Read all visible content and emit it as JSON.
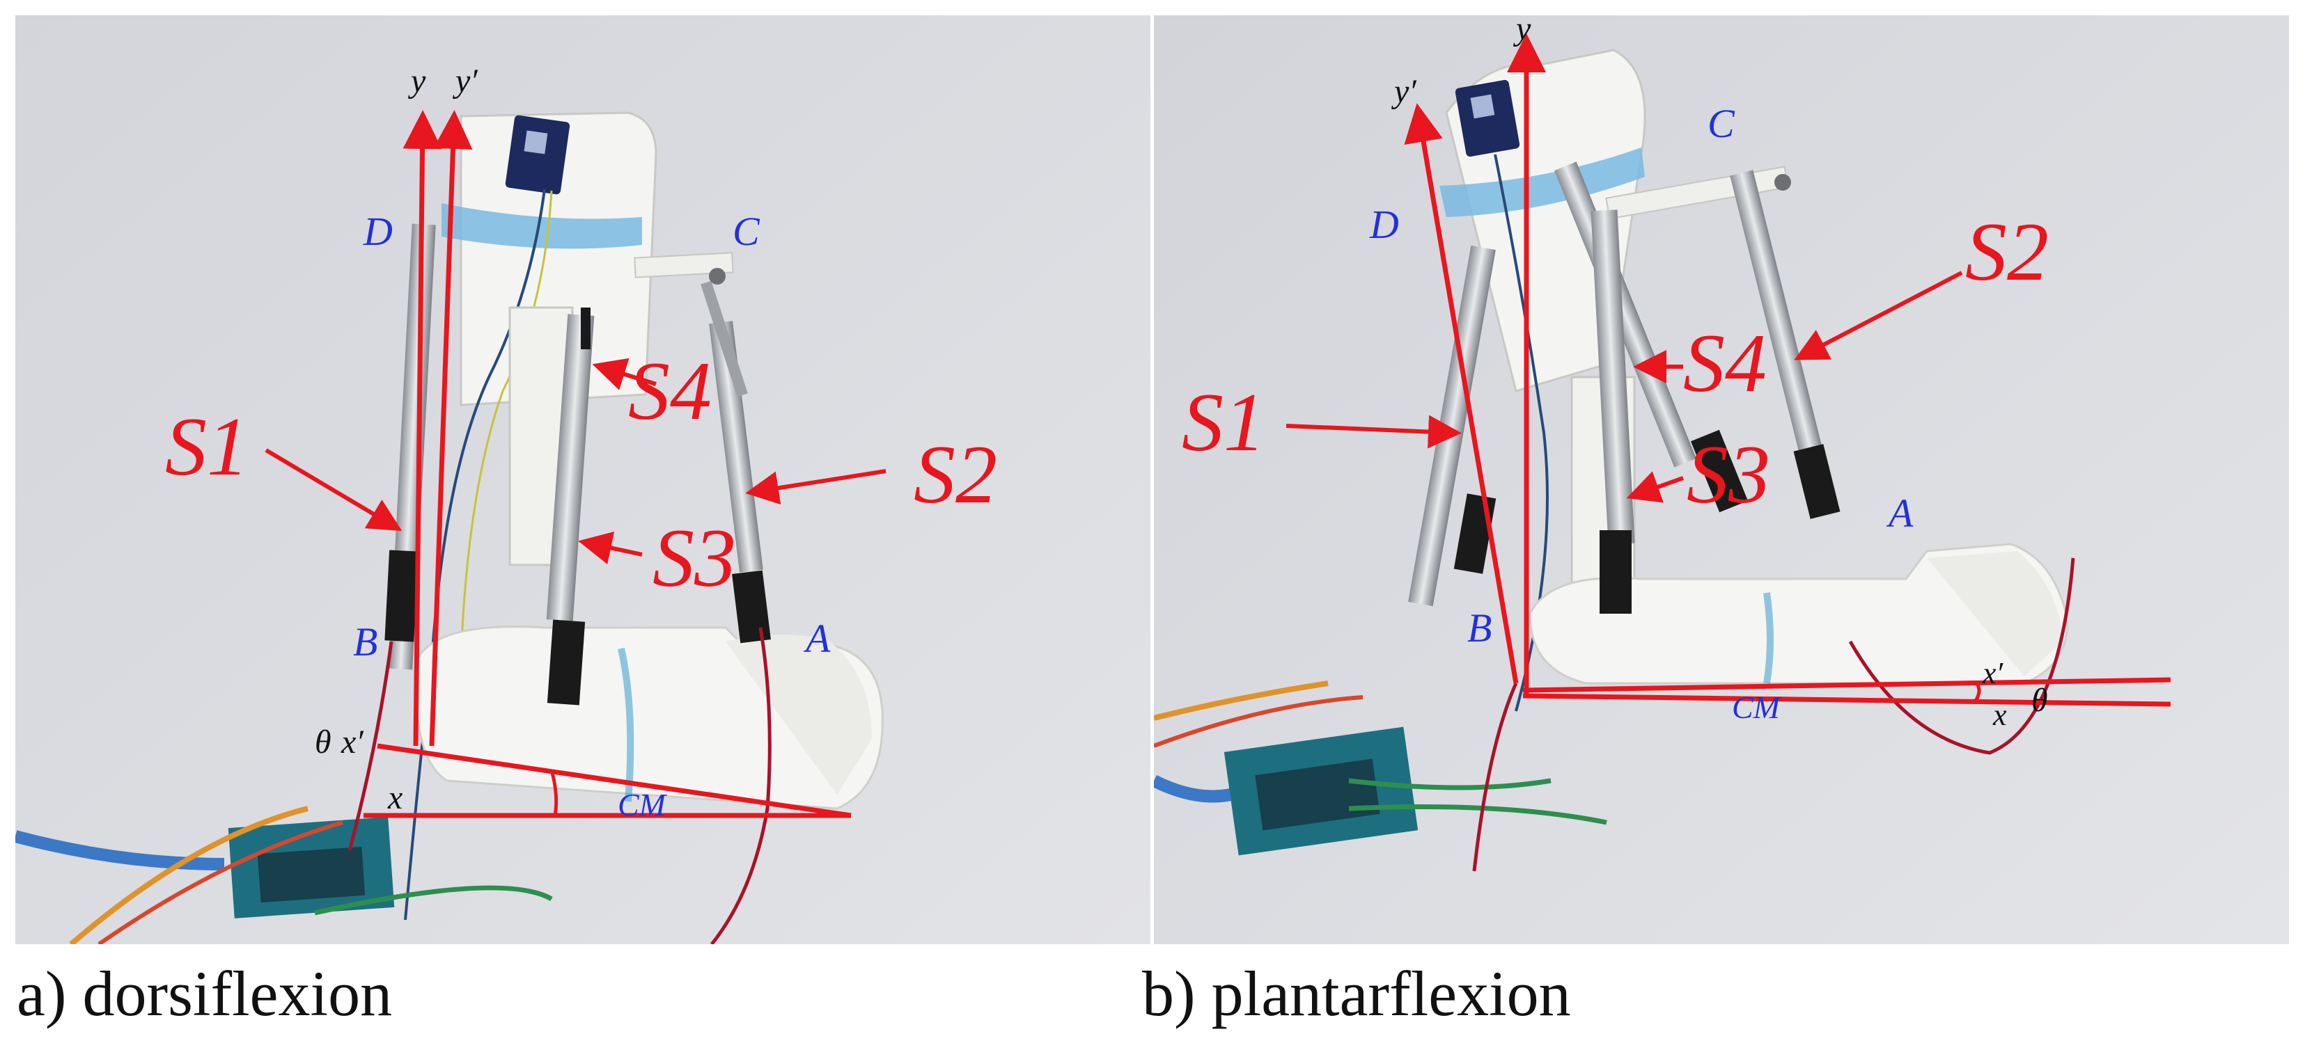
{
  "colors": {
    "axis_red": "#e8161e",
    "point_blue": "#2430d8",
    "background": "#d9dadf"
  },
  "panels": [
    {
      "caption": "a) dorsiflexion",
      "labels": {
        "y": "y",
        "y_prime": "y′",
        "x": "x",
        "x_prime": "x′",
        "theta": "θ",
        "cm": "CM",
        "A": "A",
        "B": "B",
        "C": "C",
        "D": "D",
        "s1": "S1",
        "s2": "S2",
        "s3": "S3",
        "s4": "S4"
      }
    },
    {
      "caption": "b) plantarflexion",
      "labels": {
        "y": "y",
        "y_prime": "y′",
        "x": "x",
        "x_prime": "x′",
        "theta": "θ",
        "cm": "CM",
        "A": "A",
        "B": "B",
        "C": "C",
        "D": "D",
        "s1": "S1",
        "s2": "S2",
        "s3": "S3",
        "s4": "S4"
      }
    }
  ]
}
